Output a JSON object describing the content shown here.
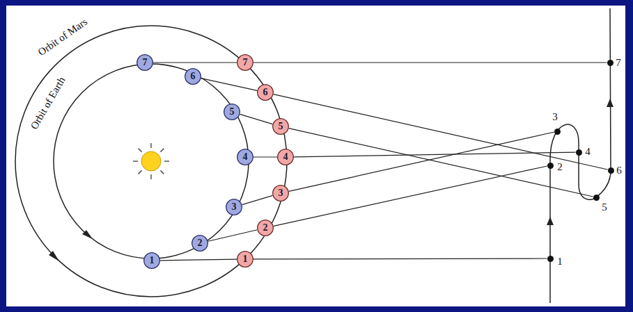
{
  "diagram": {
    "nodes": [
      {
        "text": [
          "1"
        ]
      },
      {
        "text": [
          "2"
        ]
      },
      {
        "text": [
          "3"
        ]
      },
      {
        "text": [
          "4"
        ]
      },
      {
        "text": [
          "5"
        ]
      },
      {
        "text": [
          "6"
        ]
      },
      {
        "text": [
          "7"
        ]
      },
      {
        "text": [
          "1"
        ]
      },
      {
        "text": [
          "2"
        ]
      },
      {
        "text": [
          "3"
        ]
      },
      {
        "text": [
          "4"
        ]
      },
      {
        "text": [
          "5"
        ]
      },
      {
        "text": [
          "6"
        ]
      },
      {
        "text": [
          "7"
        ]
      },
      {
        "text": [
          "1"
        ]
      },
      {
        "text": [
          "2"
        ]
      },
      {
        "text": [
          "3"
        ]
      },
      {
        "text": [
          "4"
        ]
      },
      {
        "text": [
          "5"
        ]
      },
      {
        "text": [
          "6"
        ]
      },
      {
        "text": [
          "7"
        ]
      }
    ],
    "edges": [
      {
        "from": 0,
        "to": 7,
        "arrow": "none"
      },
      {
        "from": 7,
        "to": 14,
        "arrow": "none"
      },
      {
        "from": 1,
        "to": 8,
        "arrow": "none"
      },
      {
        "from": 8,
        "to": 15,
        "arrow": "none"
      },
      {
        "from": 2,
        "to": 9,
        "arrow": "none"
      },
      {
        "from": 9,
        "to": 16,
        "arrow": "none"
      },
      {
        "from": 3,
        "to": 10,
        "arrow": "none"
      },
      {
        "from": 10,
        "to": 17,
        "arrow": "none"
      },
      {
        "from": 4,
        "to": 11,
        "arrow": "none"
      },
      {
        "from": 11,
        "to": 18,
        "arrow": "none"
      },
      {
        "from": 5,
        "to": 12,
        "arrow": "none"
      },
      {
        "from": 12,
        "to": 19,
        "arrow": "none"
      },
      {
        "from": 6,
        "to": 13,
        "arrow": "none"
      },
      {
        "from": 13,
        "to": 20,
        "arrow": "none"
      }
    ],
    "labels": [
      "Orbit of Mars",
      "Orbit of Earth"
    ]
  }
}
